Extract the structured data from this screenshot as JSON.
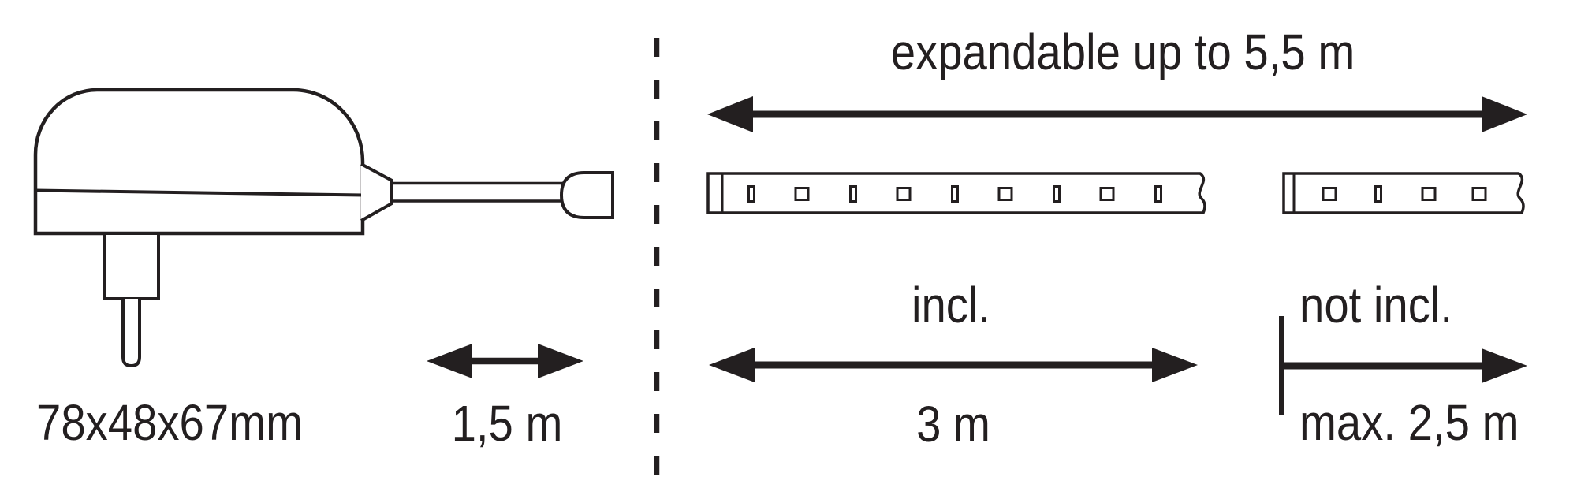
{
  "theme": {
    "ink": "#231f20",
    "background": "#ffffff"
  },
  "diagram": {
    "adapter": {
      "dimensions_label": "78x48x67mm",
      "cable_length_label": "1,5 m"
    },
    "expansion": {
      "title": "expandable up to 5,5 m"
    },
    "included_strip": {
      "label": "incl.",
      "length_label": "3 m"
    },
    "extension_strip": {
      "label": "not incl.",
      "length_label": "max. 2,5 m"
    }
  }
}
